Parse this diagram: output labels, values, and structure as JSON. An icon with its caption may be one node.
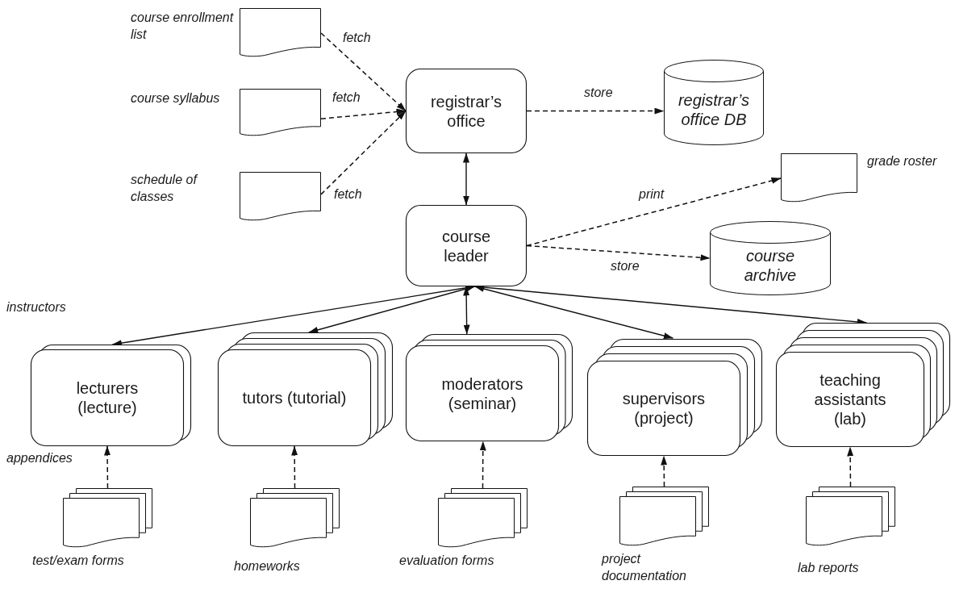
{
  "diagram": {
    "nodes": [
      {
        "text": [],
        "shape": "document",
        "beside": [
          "course enrollment list"
        ]
      },
      {
        "text": [],
        "shape": "document",
        "beside": [
          "course syllabus"
        ]
      },
      {
        "text": [],
        "shape": "document",
        "beside": [
          "schedule of classes"
        ]
      },
      {
        "text": [
          "registrar’s office"
        ]
      },
      {
        "text": [
          "registrar’s office DB"
        ]
      },
      {
        "text": [],
        "shape": "document",
        "beside": [
          "grade roster"
        ]
      },
      {
        "text": [
          "course leader"
        ]
      },
      {
        "text": [
          "course archive"
        ]
      },
      {
        "text": [
          "lecturers (lecture)"
        ]
      },
      {
        "text": [
          "tutors (tutorial)"
        ]
      },
      {
        "text": [
          "moderators (seminar)"
        ]
      },
      {
        "text": [
          "supervisors (project)"
        ]
      },
      {
        "text": [
          "teaching assistants (lab)"
        ]
      },
      {
        "text": [],
        "shape": "document",
        "beside": [
          "test/exam forms"
        ]
      },
      {
        "text": [],
        "shape": "document",
        "beside": [
          "homeworks"
        ]
      },
      {
        "text": [],
        "shape": "document",
        "beside": [
          "evaluation forms"
        ]
      },
      {
        "text": [],
        "shape": "document",
        "beside": [
          "project documentation"
        ]
      },
      {
        "text": [],
        "shape": "document",
        "beside": [
          "lab reports"
        ]
      }
    ],
    "edges": [
      {
        "from": 0,
        "to": 3,
        "arrow": "to",
        "label": "fetch",
        "style": "dashed"
      },
      {
        "from": 1,
        "to": 3,
        "arrow": "to",
        "label": "fetch",
        "style": "dashed"
      },
      {
        "from": 2,
        "to": 3,
        "arrow": "to",
        "label": "fetch",
        "style": "dashed"
      },
      {
        "from": 3,
        "to": 4,
        "arrow": "to",
        "label": "store",
        "style": "dashed"
      },
      {
        "from": 3,
        "to": 6,
        "arrow": "both"
      },
      {
        "from": 6,
        "to": 5,
        "arrow": "to",
        "label": "print",
        "style": "dashed"
      },
      {
        "from": 6,
        "to": 7,
        "arrow": "to",
        "label": "store",
        "style": "dashed"
      },
      {
        "from": 6,
        "to": 8,
        "arrow": "both"
      },
      {
        "from": 6,
        "to": 9,
        "arrow": "both"
      },
      {
        "from": 6,
        "to": 10,
        "arrow": "both"
      },
      {
        "from": 6,
        "to": 11,
        "arrow": "both"
      },
      {
        "from": 6,
        "to": 12,
        "arrow": "both"
      },
      {
        "from": 13,
        "to": 8,
        "arrow": "to",
        "style": "dashed"
      },
      {
        "from": 14,
        "to": 9,
        "arrow": "to",
        "style": "dashed"
      },
      {
        "from": 15,
        "to": 10,
        "arrow": "to",
        "style": "dashed"
      },
      {
        "from": 16,
        "to": 11,
        "arrow": "to",
        "style": "dashed"
      },
      {
        "from": 17,
        "to": 12,
        "arrow": "to",
        "style": "dashed"
      }
    ],
    "labels": [
      "instructors",
      "appendices"
    ]
  }
}
